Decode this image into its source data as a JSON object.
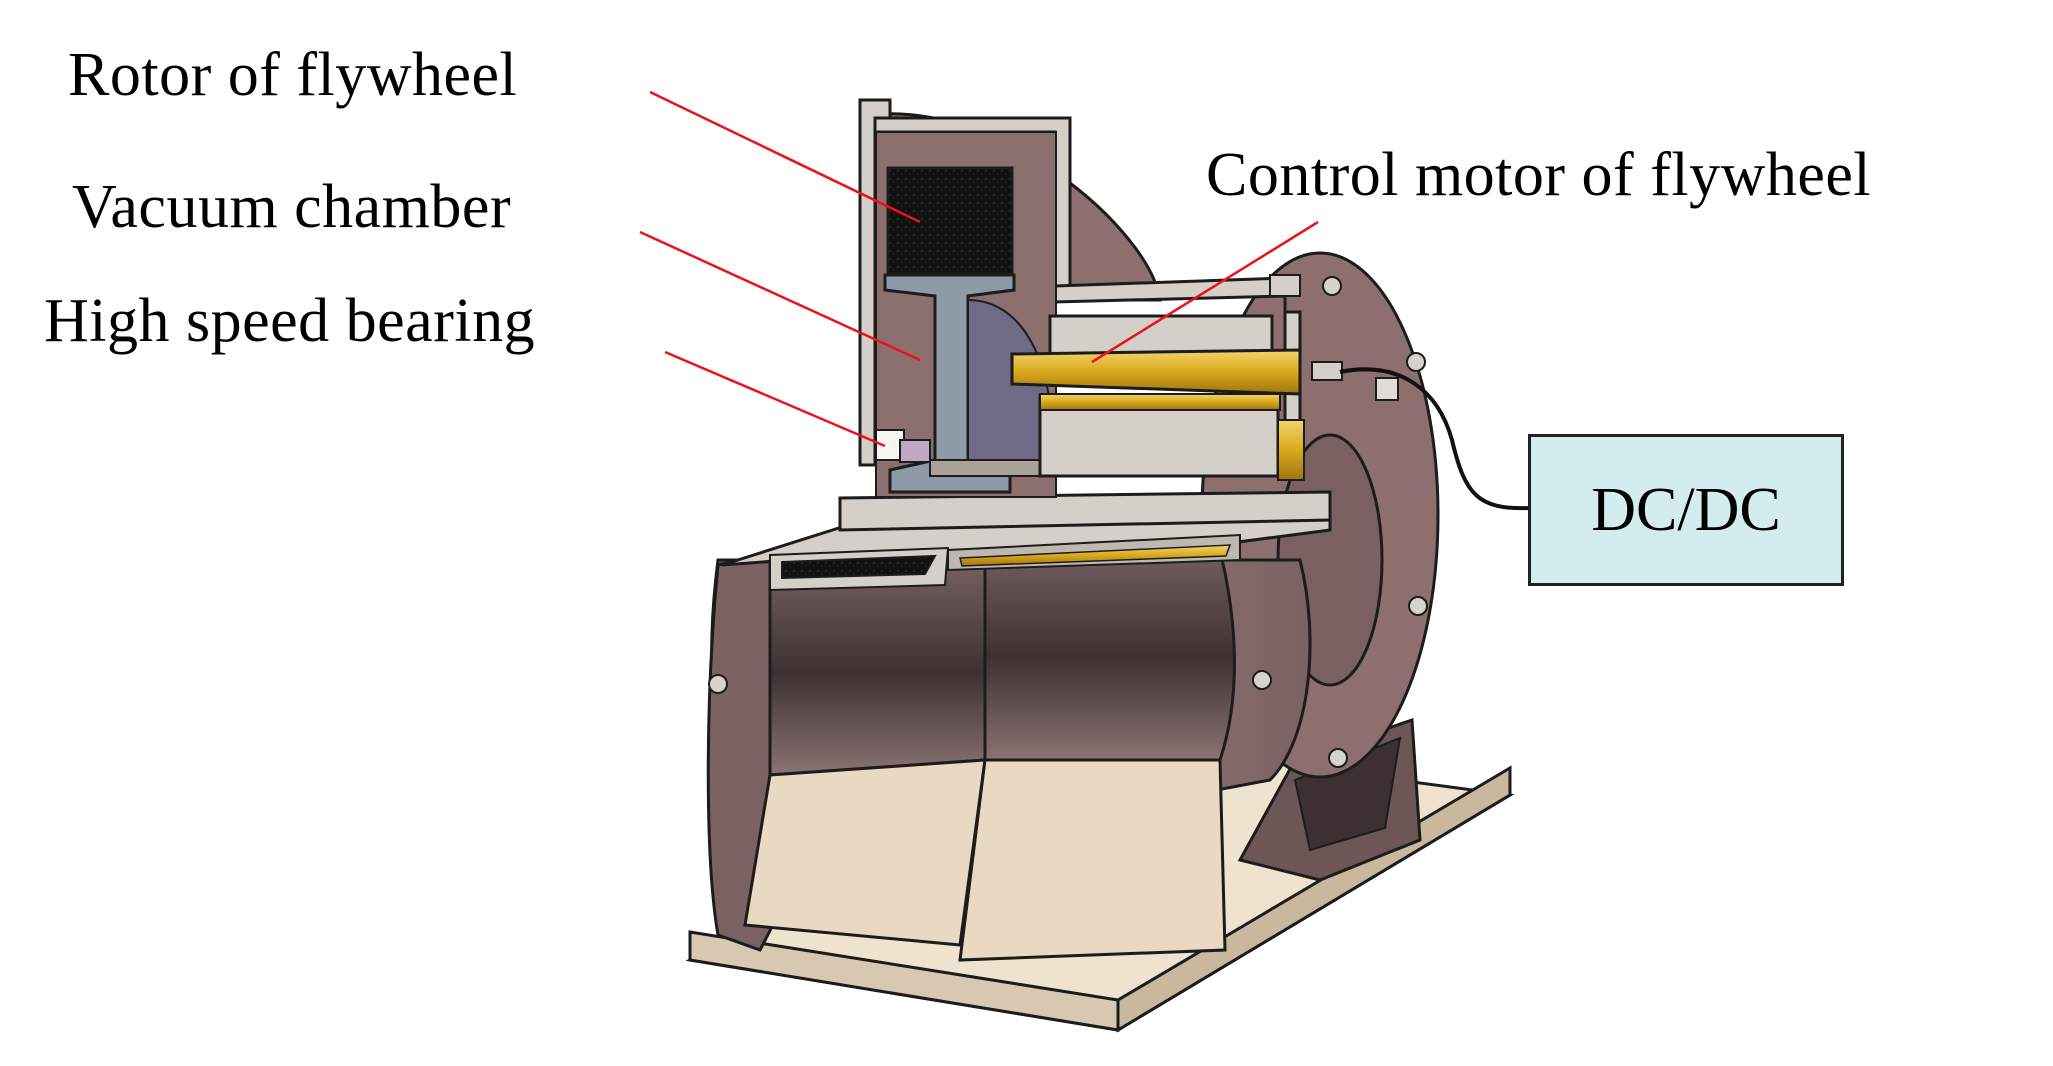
{
  "labels": {
    "rotor": "Rotor of flywheel",
    "vacuum": "Vacuum chamber",
    "bearing": "High speed bearing",
    "motor": "Control motor of flywheel"
  },
  "dc_box": {
    "text": "DC/DC"
  },
  "colors": {
    "housing": "#8c6f6e",
    "housing_dark": "#5e4747",
    "cut_face": "#d4cfc8",
    "base": "#e8d9c4",
    "rotor_black": "#141414",
    "copper": "#d9a91c",
    "leader": "#e8141c",
    "dc_fill": "#d3ecee"
  }
}
